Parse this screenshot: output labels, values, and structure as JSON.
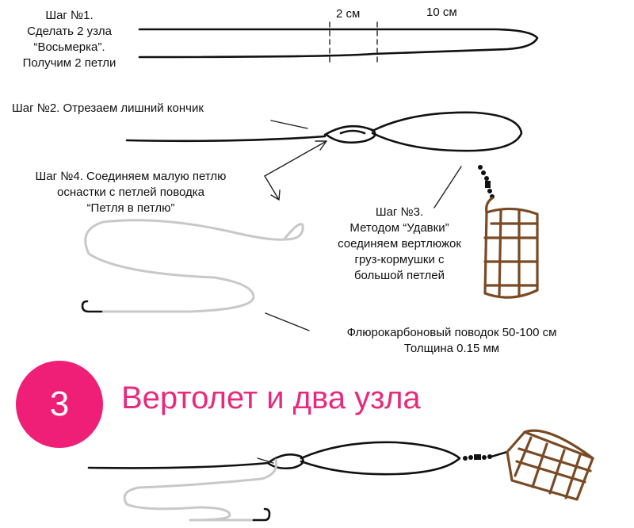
{
  "step1": {
    "lines": [
      "Шаг №1.",
      "Сделать 2 узла",
      "“Восьмерка”.",
      "Получим 2 петли"
    ]
  },
  "dimensions": {
    "short": "2 см",
    "long": "10 см"
  },
  "step2": {
    "text": "Шаг №2. Отрезаем лишний кончик"
  },
  "step4": {
    "lines": [
      "Шаг №4. Соединяем малую петлю",
      "оснастки с петлей поводка",
      "“Петля в петлю”"
    ]
  },
  "step3": {
    "lines": [
      "Шаг №3.",
      "Методом “Удавки”",
      "соединяем вертлюжок",
      "груз-кормушки с",
      "большой петлей"
    ]
  },
  "leader_note": {
    "lines": [
      "Флюрокарбоновый поводок 50-100 см",
      "Толщина 0.15 мм"
    ]
  },
  "section": {
    "number": "3",
    "title": "Вертолет и два узла"
  },
  "colors": {
    "badge": "#ef1f77",
    "title": "#e8297d",
    "feeder": "#7a4a24",
    "leader": "#c8c8c8",
    "line": "#111111"
  },
  "icons": [
    "hook-icon",
    "feeder-icon",
    "swivel-icon"
  ]
}
